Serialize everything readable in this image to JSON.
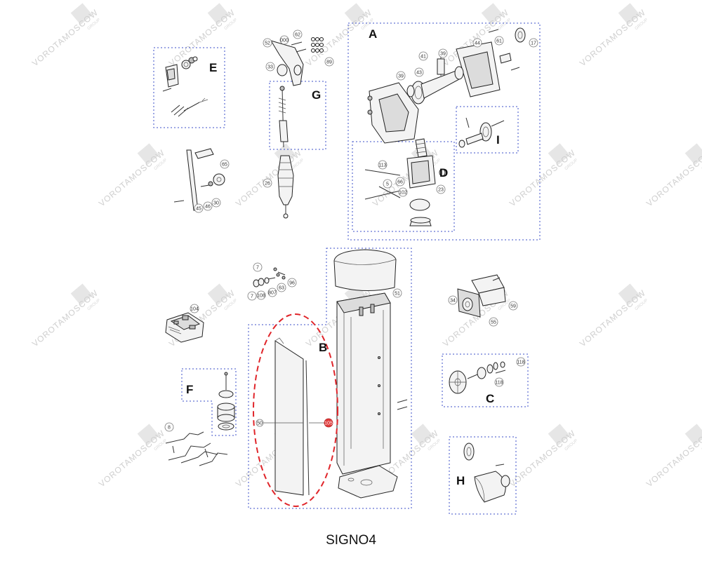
{
  "caption": "SIGNO4",
  "watermark": {
    "text": "VOROTAMOSCOW",
    "sub": "GROUP"
  },
  "sections": {
    "A": "A",
    "B": "B",
    "C": "C",
    "D": "D",
    "E": "E",
    "F": "F",
    "G": "G",
    "H": "H",
    "I": "I"
  },
  "callouts": {
    "c000": "000",
    "c62": "62",
    "c52": "52",
    "c89": "89",
    "c33": "33",
    "c41": "41",
    "c39a": "39",
    "c39b": "39",
    "c43": "43",
    "c44": "44",
    "c61": "61",
    "c17": "17",
    "c65": "65",
    "c26": "26",
    "c45": "45",
    "c46": "46",
    "c30": "30",
    "c113": "113",
    "c5": "5",
    "c66": "66",
    "c102": "102",
    "c23": "23",
    "c7a": "7",
    "c7b": "7",
    "c108": "108",
    "c807": "807",
    "c63": "63",
    "c96": "96",
    "c51": "51",
    "c104": "104",
    "c34": "34",
    "c59": "59",
    "c55": "55",
    "c118a": "118",
    "c118b": "118",
    "c8": "8",
    "c50": "50",
    "c105": "105"
  },
  "colors": {
    "highlight": "#e0252a",
    "section_border": "#3b4fc8"
  }
}
